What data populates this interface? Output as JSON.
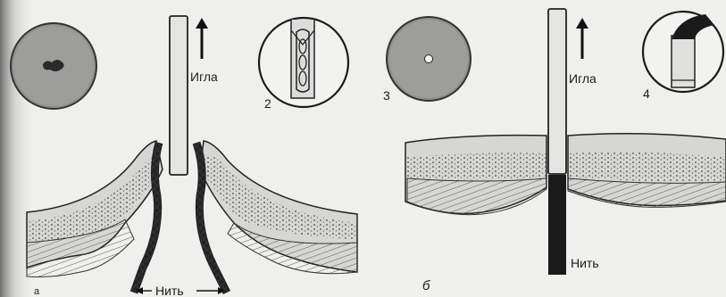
{
  "figure": {
    "labels": {
      "needle_left": "Игла",
      "needle_right": "Игла",
      "thread_left": "Нить",
      "thread_right": "Нить",
      "panel_b": "б",
      "panel_a": "a",
      "detail_2": "2",
      "detail_3": "3",
      "detail_4": "4"
    },
    "colors": {
      "background": "#efefed",
      "ink": "#1c1c1c",
      "skin_shading": "#9a9a9a",
      "thread_dark": "#1a1a1a"
    },
    "icons": [
      "arrow-up-icon",
      "arrow-up-icon",
      "double-arrow-icon"
    ]
  }
}
